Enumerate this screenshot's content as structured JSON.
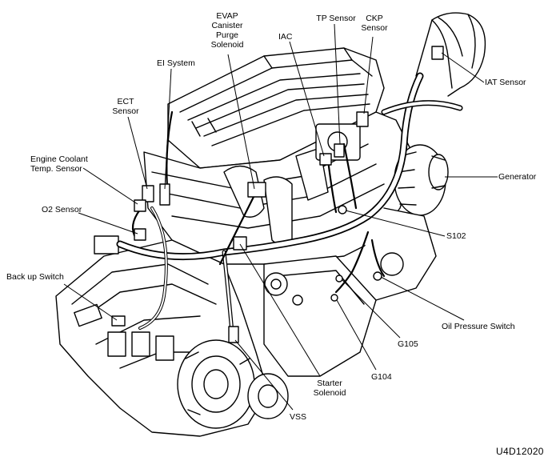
{
  "labels": {
    "evap": "EVAP\nCanister\nPurge\nSolenoid",
    "tp_sensor": "TP Sensor",
    "ckp_sensor": "CKP\nSensor",
    "iac": "IAC",
    "ei_system": "EI System",
    "ect_sensor": "ECT\nSensor",
    "iat_sensor": "IAT Sensor",
    "engine_coolant_temp_sensor": "Engine Coolant\nTemp. Sensor",
    "generator": "Generator",
    "o2_sensor": "O2 Sensor",
    "s102": "S102",
    "back_up_switch": "Back up Switch",
    "oil_pressure_switch": "Oil Pressure Switch",
    "g105": "G105",
    "g104": "G104",
    "starter_solenoid": "Starter\nSolenoid",
    "vss": "VSS"
  },
  "figure_id": "U4D12020"
}
